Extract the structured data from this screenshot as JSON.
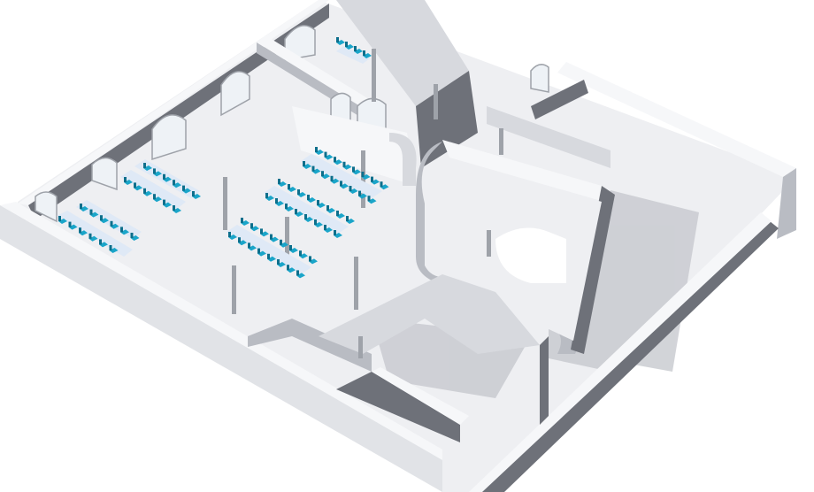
{
  "scene": {
    "view": "isometric-cutaway-floor-plan",
    "palette": {
      "background": "#ffffff",
      "floor": "#eeeff2",
      "wall_top": "#f6f7f9",
      "wall_light": "#d7d9de",
      "wall_mid": "#b9bcc3",
      "wall_dark": "#6e7179",
      "shadow": "#a9acb3",
      "chair": "#1aa5c9",
      "chair_back": "#0d6f8c",
      "table": "#dfe9f6",
      "window_glass": "#eef2f6"
    },
    "furniture_groups": [
      {
        "name": "window-side-tables",
        "rows": 3,
        "chairs_per_row": 6
      },
      {
        "name": "central-long-tables",
        "rows": 3,
        "chairs_per_row": 8
      },
      {
        "name": "upper-room-table",
        "rows": 1,
        "chairs_per_row": 4
      }
    ]
  }
}
